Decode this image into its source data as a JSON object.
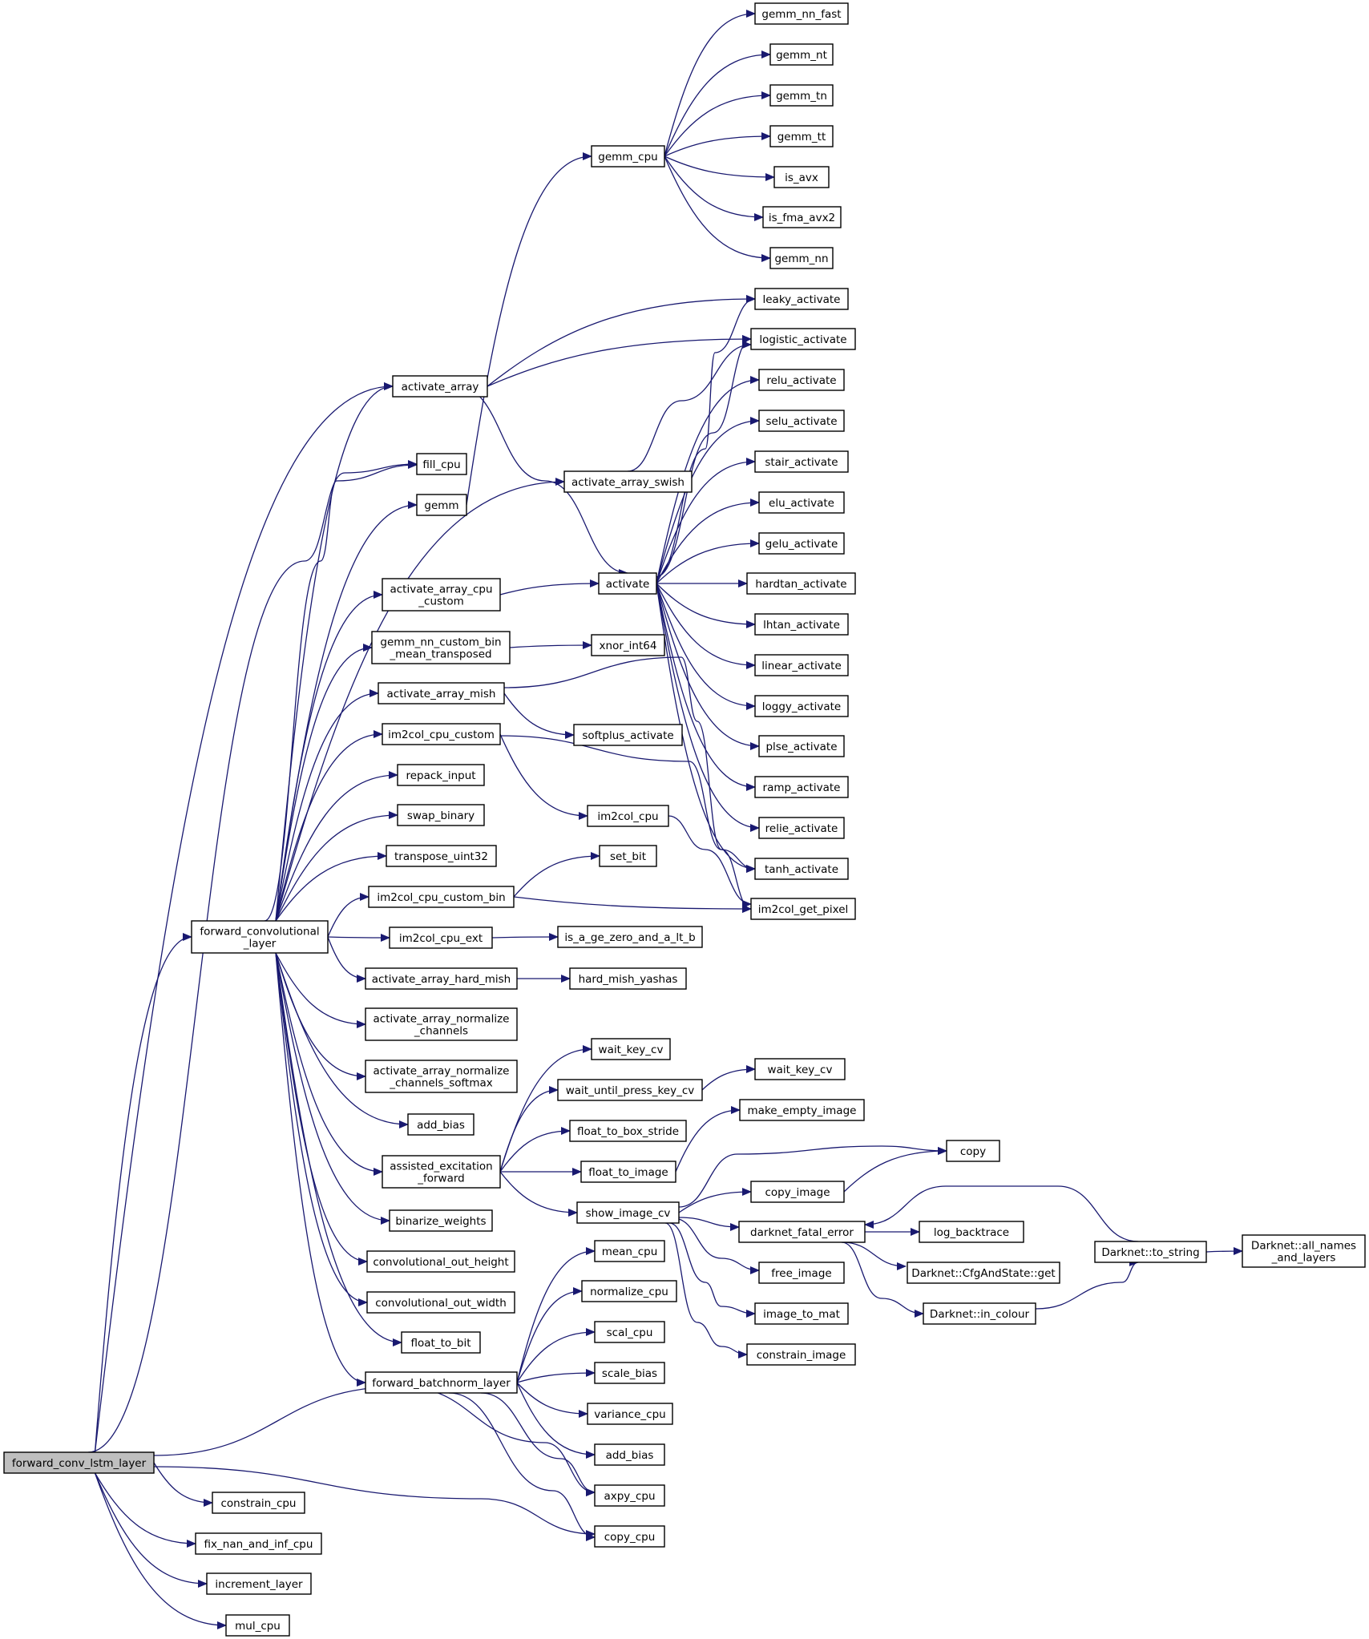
{
  "graph": {
    "root": "forward_conv_lstm_layer",
    "nodes": [
      {
        "id": "root",
        "lines": [
          "forward_conv_lstm_layer"
        ]
      },
      {
        "id": "fcl",
        "lines": [
          "forward_convolutional",
          "_layer"
        ]
      },
      {
        "id": "constrain_cpu",
        "lines": [
          "constrain_cpu"
        ]
      },
      {
        "id": "fix_nan",
        "lines": [
          "fix_nan_and_inf_cpu"
        ]
      },
      {
        "id": "increment_layer",
        "lines": [
          "increment_layer"
        ]
      },
      {
        "id": "mul_cpu",
        "lines": [
          "mul_cpu"
        ]
      },
      {
        "id": "activate_array",
        "lines": [
          "activate_array"
        ]
      },
      {
        "id": "fill_cpu",
        "lines": [
          "fill_cpu"
        ]
      },
      {
        "id": "gemm",
        "lines": [
          "gemm"
        ]
      },
      {
        "id": "aacc",
        "lines": [
          "activate_array_cpu",
          "_custom"
        ]
      },
      {
        "id": "gnncb",
        "lines": [
          "gemm_nn_custom_bin",
          "_mean_transposed"
        ]
      },
      {
        "id": "aamish",
        "lines": [
          "activate_array_mish"
        ]
      },
      {
        "id": "im2col_cc",
        "lines": [
          "im2col_cpu_custom"
        ]
      },
      {
        "id": "repack_input",
        "lines": [
          "repack_input"
        ]
      },
      {
        "id": "swap_binary",
        "lines": [
          "swap_binary"
        ]
      },
      {
        "id": "transpose_uint32",
        "lines": [
          "transpose_uint32"
        ]
      },
      {
        "id": "im2col_ccb",
        "lines": [
          "im2col_cpu_custom_bin"
        ]
      },
      {
        "id": "im2col_ext",
        "lines": [
          "im2col_cpu_ext"
        ]
      },
      {
        "id": "aahm",
        "lines": [
          "activate_array_hard_mish"
        ]
      },
      {
        "id": "aanc",
        "lines": [
          "activate_array_normalize",
          "_channels"
        ]
      },
      {
        "id": "aancs",
        "lines": [
          "activate_array_normalize",
          "_channels_softmax"
        ]
      },
      {
        "id": "add_bias_1",
        "lines": [
          "add_bias"
        ]
      },
      {
        "id": "aef",
        "lines": [
          "assisted_excitation",
          "_forward"
        ]
      },
      {
        "id": "binarize_weights",
        "lines": [
          "binarize_weights"
        ]
      },
      {
        "id": "coh",
        "lines": [
          "convolutional_out_height"
        ]
      },
      {
        "id": "cow",
        "lines": [
          "convolutional_out_width"
        ]
      },
      {
        "id": "float_to_bit",
        "lines": [
          "float_to_bit"
        ]
      },
      {
        "id": "fbl",
        "lines": [
          "forward_batchnorm_layer"
        ]
      },
      {
        "id": "gemm_cpu",
        "lines": [
          "gemm_cpu"
        ]
      },
      {
        "id": "aaswish",
        "lines": [
          "activate_array_swish"
        ]
      },
      {
        "id": "activate",
        "lines": [
          "activate"
        ]
      },
      {
        "id": "xnor_int64",
        "lines": [
          "xnor_int64"
        ]
      },
      {
        "id": "softplus",
        "lines": [
          "softplus_activate"
        ]
      },
      {
        "id": "im2col_cpu",
        "lines": [
          "im2col_cpu"
        ]
      },
      {
        "id": "set_bit",
        "lines": [
          "set_bit"
        ]
      },
      {
        "id": "is_a_ge",
        "lines": [
          "is_a_ge_zero_and_a_lt_b"
        ]
      },
      {
        "id": "hmy",
        "lines": [
          "hard_mish_yashas"
        ]
      },
      {
        "id": "wait_key_cv_1",
        "lines": [
          "wait_key_cv"
        ]
      },
      {
        "id": "wupk",
        "lines": [
          "wait_until_press_key_cv"
        ]
      },
      {
        "id": "ftbs",
        "lines": [
          "float_to_box_stride"
        ]
      },
      {
        "id": "float_to_image",
        "lines": [
          "float_to_image"
        ]
      },
      {
        "id": "show_image_cv",
        "lines": [
          "show_image_cv"
        ]
      },
      {
        "id": "mean_cpu",
        "lines": [
          "mean_cpu"
        ]
      },
      {
        "id": "normalize_cpu",
        "lines": [
          "normalize_cpu"
        ]
      },
      {
        "id": "scal_cpu",
        "lines": [
          "scal_cpu"
        ]
      },
      {
        "id": "scale_bias",
        "lines": [
          "scale_bias"
        ]
      },
      {
        "id": "variance_cpu",
        "lines": [
          "variance_cpu"
        ]
      },
      {
        "id": "add_bias_2",
        "lines": [
          "add_bias"
        ]
      },
      {
        "id": "axpy_cpu",
        "lines": [
          "axpy_cpu"
        ]
      },
      {
        "id": "copy_cpu",
        "lines": [
          "copy_cpu"
        ]
      },
      {
        "id": "gemm_nn_fast",
        "lines": [
          "gemm_nn_fast"
        ]
      },
      {
        "id": "gemm_nt",
        "lines": [
          "gemm_nt"
        ]
      },
      {
        "id": "gemm_tn",
        "lines": [
          "gemm_tn"
        ]
      },
      {
        "id": "gemm_tt",
        "lines": [
          "gemm_tt"
        ]
      },
      {
        "id": "is_avx",
        "lines": [
          "is_avx"
        ]
      },
      {
        "id": "is_fma_avx2",
        "lines": [
          "is_fma_avx2"
        ]
      },
      {
        "id": "gemm_nn",
        "lines": [
          "gemm_nn"
        ]
      },
      {
        "id": "leaky",
        "lines": [
          "leaky_activate"
        ]
      },
      {
        "id": "logistic",
        "lines": [
          "logistic_activate"
        ]
      },
      {
        "id": "relu",
        "lines": [
          "relu_activate"
        ]
      },
      {
        "id": "selu",
        "lines": [
          "selu_activate"
        ]
      },
      {
        "id": "stair",
        "lines": [
          "stair_activate"
        ]
      },
      {
        "id": "elu",
        "lines": [
          "elu_activate"
        ]
      },
      {
        "id": "gelu",
        "lines": [
          "gelu_activate"
        ]
      },
      {
        "id": "hardtan",
        "lines": [
          "hardtan_activate"
        ]
      },
      {
        "id": "lhtan",
        "lines": [
          "lhtan_activate"
        ]
      },
      {
        "id": "linear",
        "lines": [
          "linear_activate"
        ]
      },
      {
        "id": "loggy",
        "lines": [
          "loggy_activate"
        ]
      },
      {
        "id": "plse",
        "lines": [
          "plse_activate"
        ]
      },
      {
        "id": "ramp",
        "lines": [
          "ramp_activate"
        ]
      },
      {
        "id": "relie",
        "lines": [
          "relie_activate"
        ]
      },
      {
        "id": "tanh",
        "lines": [
          "tanh_activate"
        ]
      },
      {
        "id": "im2col_get_pixel",
        "lines": [
          "im2col_get_pixel"
        ]
      },
      {
        "id": "wait_key_cv_2",
        "lines": [
          "wait_key_cv"
        ]
      },
      {
        "id": "make_empty_image",
        "lines": [
          "make_empty_image"
        ]
      },
      {
        "id": "copy",
        "lines": [
          "copy"
        ]
      },
      {
        "id": "copy_image",
        "lines": [
          "copy_image"
        ]
      },
      {
        "id": "dfe",
        "lines": [
          "darknet_fatal_error"
        ]
      },
      {
        "id": "free_image",
        "lines": [
          "free_image"
        ]
      },
      {
        "id": "image_to_mat",
        "lines": [
          "image_to_mat"
        ]
      },
      {
        "id": "constrain_image",
        "lines": [
          "constrain_image"
        ]
      },
      {
        "id": "log_backtrace",
        "lines": [
          "log_backtrace"
        ]
      },
      {
        "id": "cfg_get",
        "lines": [
          "Darknet::CfgAndState::get"
        ]
      },
      {
        "id": "in_colour",
        "lines": [
          "Darknet::in_colour"
        ]
      },
      {
        "id": "to_string",
        "lines": [
          "Darknet::to_string"
        ]
      },
      {
        "id": "all_names",
        "lines": [
          "Darknet::all_names",
          "_and_layers"
        ]
      }
    ],
    "edges": [
      [
        "root",
        "fcl"
      ],
      [
        "root",
        "constrain_cpu"
      ],
      [
        "root",
        "fix_nan"
      ],
      [
        "root",
        "increment_layer"
      ],
      [
        "root",
        "mul_cpu"
      ],
      [
        "root",
        "activate_array"
      ],
      [
        "root",
        "fill_cpu"
      ],
      [
        "root",
        "axpy_cpu"
      ],
      [
        "root",
        "copy_cpu"
      ],
      [
        "fcl",
        "activate_array"
      ],
      [
        "fcl",
        "fill_cpu"
      ],
      [
        "fcl",
        "gemm"
      ],
      [
        "fcl",
        "aaswish"
      ],
      [
        "fcl",
        "aacc"
      ],
      [
        "fcl",
        "gnncb"
      ],
      [
        "fcl",
        "aamish"
      ],
      [
        "fcl",
        "im2col_cc"
      ],
      [
        "fcl",
        "repack_input"
      ],
      [
        "fcl",
        "swap_binary"
      ],
      [
        "fcl",
        "transpose_uint32"
      ],
      [
        "fcl",
        "im2col_ccb"
      ],
      [
        "fcl",
        "im2col_ext"
      ],
      [
        "fcl",
        "aahm"
      ],
      [
        "fcl",
        "aanc"
      ],
      [
        "fcl",
        "aancs"
      ],
      [
        "fcl",
        "add_bias_1"
      ],
      [
        "fcl",
        "aef"
      ],
      [
        "fcl",
        "binarize_weights"
      ],
      [
        "fcl",
        "coh"
      ],
      [
        "fcl",
        "cow"
      ],
      [
        "fcl",
        "float_to_bit"
      ],
      [
        "fcl",
        "fbl"
      ],
      [
        "activate_array",
        "leaky"
      ],
      [
        "activate_array",
        "logistic"
      ],
      [
        "activate_array",
        "activate"
      ],
      [
        "gemm",
        "gemm_cpu"
      ],
      [
        "gemm_cpu",
        "gemm_nn_fast"
      ],
      [
        "gemm_cpu",
        "gemm_nt"
      ],
      [
        "gemm_cpu",
        "gemm_tn"
      ],
      [
        "gemm_cpu",
        "gemm_tt"
      ],
      [
        "gemm_cpu",
        "is_avx"
      ],
      [
        "gemm_cpu",
        "is_fma_avx2"
      ],
      [
        "gemm_cpu",
        "gemm_nn"
      ],
      [
        "aaswish",
        "logistic"
      ],
      [
        "aacc",
        "activate"
      ],
      [
        "activate",
        "leaky"
      ],
      [
        "activate",
        "logistic"
      ],
      [
        "activate",
        "relu"
      ],
      [
        "activate",
        "selu"
      ],
      [
        "activate",
        "stair"
      ],
      [
        "activate",
        "elu"
      ],
      [
        "activate",
        "gelu"
      ],
      [
        "activate",
        "hardtan"
      ],
      [
        "activate",
        "lhtan"
      ],
      [
        "activate",
        "linear"
      ],
      [
        "activate",
        "loggy"
      ],
      [
        "activate",
        "plse"
      ],
      [
        "activate",
        "ramp"
      ],
      [
        "activate",
        "relie"
      ],
      [
        "activate",
        "tanh"
      ],
      [
        "gnncb",
        "xnor_int64"
      ],
      [
        "aamish",
        "softplus"
      ],
      [
        "aamish",
        "tanh"
      ],
      [
        "im2col_cc",
        "im2col_cpu"
      ],
      [
        "im2col_cc",
        "im2col_get_pixel"
      ],
      [
        "im2col_cpu",
        "im2col_get_pixel"
      ],
      [
        "im2col_ccb",
        "set_bit"
      ],
      [
        "im2col_ccb",
        "im2col_get_pixel"
      ],
      [
        "im2col_ext",
        "is_a_ge"
      ],
      [
        "aahm",
        "hmy"
      ],
      [
        "aef",
        "wait_key_cv_1"
      ],
      [
        "aef",
        "wupk"
      ],
      [
        "aef",
        "ftbs"
      ],
      [
        "aef",
        "float_to_image"
      ],
      [
        "aef",
        "show_image_cv"
      ],
      [
        "wupk",
        "wait_key_cv_2"
      ],
      [
        "float_to_image",
        "make_empty_image"
      ],
      [
        "show_image_cv",
        "copy"
      ],
      [
        "show_image_cv",
        "copy_image"
      ],
      [
        "show_image_cv",
        "dfe"
      ],
      [
        "show_image_cv",
        "free_image"
      ],
      [
        "show_image_cv",
        "image_to_mat"
      ],
      [
        "show_image_cv",
        "constrain_image"
      ],
      [
        "copy_image",
        "copy"
      ],
      [
        "dfe",
        "log_backtrace"
      ],
      [
        "dfe",
        "cfg_get"
      ],
      [
        "dfe",
        "in_colour"
      ],
      [
        "in_colour",
        "to_string"
      ],
      [
        "to_string",
        "dfe"
      ],
      [
        "to_string",
        "all_names"
      ],
      [
        "fbl",
        "mean_cpu"
      ],
      [
        "fbl",
        "normalize_cpu"
      ],
      [
        "fbl",
        "scal_cpu"
      ],
      [
        "fbl",
        "scale_bias"
      ],
      [
        "fbl",
        "variance_cpu"
      ],
      [
        "fbl",
        "add_bias_2"
      ],
      [
        "fbl",
        "axpy_cpu"
      ],
      [
        "fbl",
        "copy_cpu"
      ]
    ],
    "colors": {
      "edge": "#191970",
      "node_border": "#000000",
      "node_fill": "#ffffff",
      "root_fill": "#bfbfbf"
    }
  }
}
